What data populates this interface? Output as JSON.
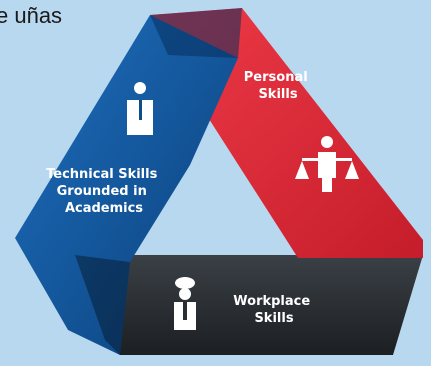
{
  "header_fragment": "e uñas",
  "segments": {
    "left": {
      "label_lines": [
        "Technical Skills",
        "Grounded in",
        "Academics"
      ],
      "color": "#0f4d8a",
      "icon": "scientist-icon"
    },
    "right": {
      "label_lines": [
        "Personal",
        "Skills"
      ],
      "color": "#e42535",
      "icon": "justice-scales-icon"
    },
    "bottom": {
      "label_lines": [
        "Workplace",
        "Skills"
      ],
      "color": "#2b2f33",
      "icon": "chef-icon"
    }
  }
}
